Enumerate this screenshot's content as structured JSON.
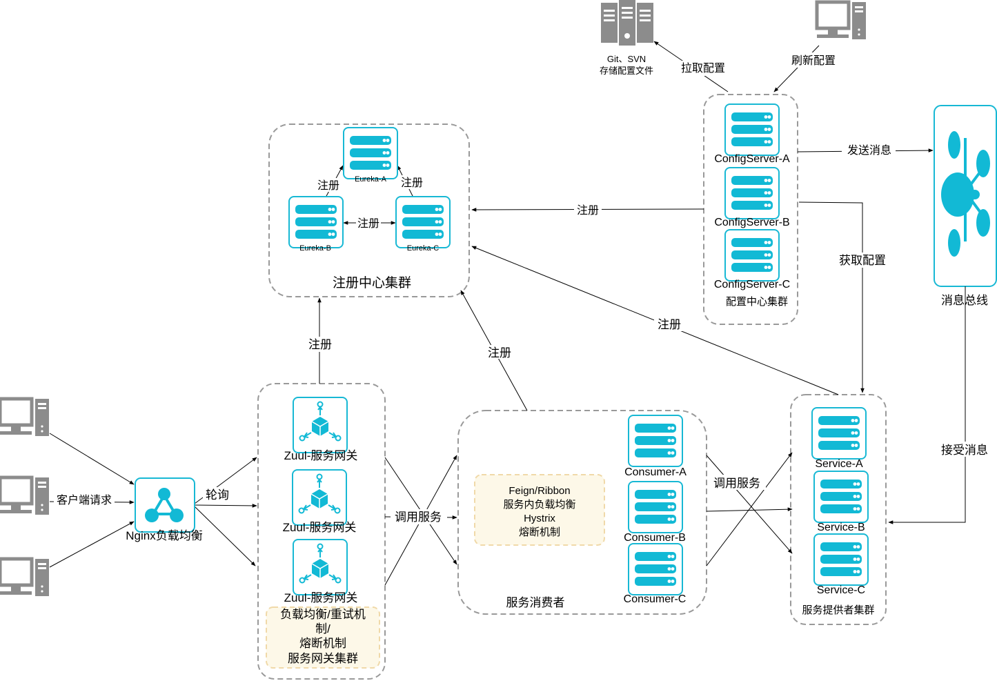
{
  "colors": {
    "accent": "#12b9d5",
    "cluster_border": "#999999",
    "note_fill": "#fdf8e8",
    "note_border": "#f0d9a8",
    "device_gray": "#8c8c8c"
  },
  "icons": {
    "git_server": "server-rack-icon",
    "admin_pc": "desktop-computer-icon",
    "client_pc": "desktop-computer-icon",
    "nginx": "load-balancer-icon",
    "zuul": "api-gateway-icon",
    "server": "server-icon",
    "bus": "message-bus-icon"
  },
  "git": {
    "label_line1": "Git、SVN",
    "label_line2": "存储配置文件"
  },
  "config": {
    "pull_label": "拉取配置",
    "refresh_label": "刷新配置",
    "servers": [
      "ConfigServer-A",
      "ConfigServer-B",
      "ConfigServer-C"
    ],
    "cluster_label": "配置中心集群",
    "send_label": "发送消息",
    "get_label": "获取配置"
  },
  "bus": {
    "label": "消息总线",
    "receive_label": "接受消息"
  },
  "eureka": {
    "nodes": [
      "Eureka-A",
      "Eureka-B",
      "Eureka-C"
    ],
    "cluster_label": "注册中心集群",
    "reg_ab": "注册",
    "reg_ac": "注册",
    "reg_bc": "注册"
  },
  "registrations": {
    "config": "注册",
    "zuul": "注册",
    "consumer": "注册",
    "service": "注册"
  },
  "clients": {
    "request_label": "客户端请求"
  },
  "nginx": {
    "label": "Nginx负载均衡",
    "poll_label": "轮询"
  },
  "zuul": {
    "nodes": [
      "Zuul-服务网关",
      "Zuul-服务网关",
      "Zuul-服务网关"
    ],
    "note_lines": [
      "负载均衡/重试机",
      "制/",
      "熔断机制",
      "服务网关集群"
    ],
    "call_label": "调用服务"
  },
  "consumer": {
    "note_lines": [
      "Feign/Ribbon",
      "服务内负载均衡",
      "Hystrix",
      "熔断机制"
    ],
    "nodes": [
      "Consumer-A",
      "Consumer-B",
      "Consumer-C"
    ],
    "cluster_label": "服务消费者",
    "call_label": "调用服务"
  },
  "service": {
    "nodes": [
      "Service-A",
      "Service-B",
      "Service-C"
    ],
    "cluster_label": "服务提供者集群"
  }
}
